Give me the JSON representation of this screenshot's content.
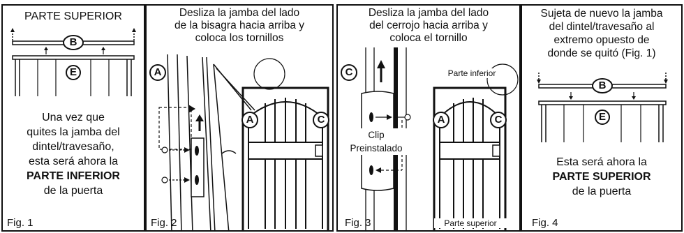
{
  "panels": [
    {
      "fig": "Fig. 1",
      "title": "PARTE SUPERIOR",
      "label_b": "B",
      "label_e": "E",
      "text_lines": [
        "Una vez que",
        "quites la jamba del",
        "dintel/travesaño,",
        "esta será ahora la"
      ],
      "text_bold": "PARTE INFERIOR",
      "text_end": "de la puerta"
    },
    {
      "fig": "Fig. 2",
      "title_lines": [
        "Desliza la jamba del lado",
        "de la bisagra hacia arriba y",
        "coloca los tornillos"
      ],
      "label_a": "A",
      "label_a2": "A",
      "label_c": "C"
    },
    {
      "fig": "Fig. 3",
      "title_lines": [
        "Desliza la jamba del lado",
        "del cerrojo hacia arriba y",
        "coloca el tornillo"
      ],
      "label_c": "C",
      "clip_lines": [
        "Clip",
        "Preinstalado"
      ],
      "parte_inferior": "Parte inferior",
      "parte_superior": "Parte superior",
      "label_a": "A",
      "label_c2": "C"
    },
    {
      "fig": "Fig. 4",
      "title_lines": [
        "Sujeta de nuevo la jamba",
        "del dintel/travesaño al",
        "extremo opuesto de",
        "donde se quitó (Fig. 1)"
      ],
      "label_b": "B",
      "label_e": "E",
      "text_line": "Esta será ahora la",
      "text_bold": "PARTE SUPERIOR",
      "text_end": "de la puerta"
    }
  ]
}
